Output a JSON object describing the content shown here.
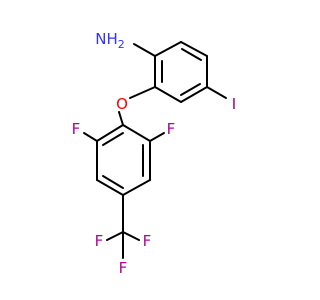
{
  "structure": {
    "atoms": {
      "nh2": {
        "label": "NH",
        "subscript": "2",
        "color": "#3333ff"
      },
      "o": {
        "label": "O",
        "color": "#ff0000"
      },
      "i": {
        "label": "I",
        "color": "#940094"
      },
      "f_left": {
        "label": "F",
        "color": "#b3009e"
      },
      "f_right": {
        "label": "F",
        "color": "#b3009e"
      },
      "f_cf3_left": {
        "label": "F",
        "color": "#b3009e"
      },
      "f_cf3_right": {
        "label": "F",
        "color": "#b3009e"
      },
      "f_cf3_bottom": {
        "label": "F",
        "color": "#b3009e"
      }
    },
    "bond_color": "#000000"
  }
}
